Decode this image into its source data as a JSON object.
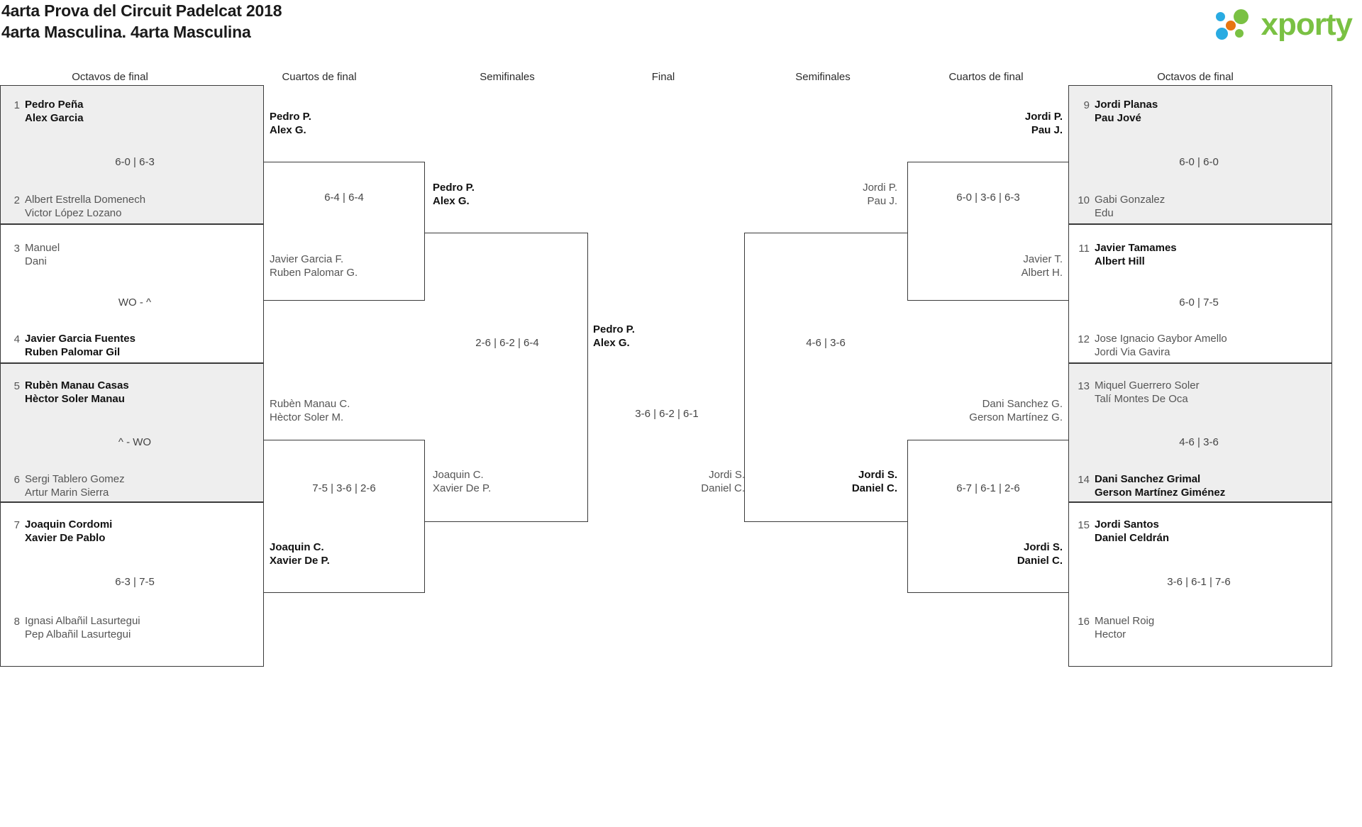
{
  "header": {
    "title_line1": "4arta Prova del Circuit Padelcat 2018",
    "title_line2": "4arta Masculina. 4arta Masculina",
    "logo_text": "xporty",
    "logo_colors": {
      "green": "#7ac143",
      "blue": "#29abe2",
      "orange": "#e87511"
    }
  },
  "rounds": [
    {
      "label": "Octavos de final"
    },
    {
      "label": "Cuartos de final"
    },
    {
      "label": "Semifinales"
    },
    {
      "label": "Final"
    },
    {
      "label": "Semifinales"
    },
    {
      "label": "Cuartos de final"
    },
    {
      "label": "Octavos de final"
    }
  ],
  "left": {
    "octavos": [
      {
        "seed": "1",
        "p1": "Pedro Peña",
        "p2": "Alex Garcia",
        "winner": true
      },
      {
        "seed": "2",
        "p1": "Albert Estrella Domenech",
        "p2": "Victor López Lozano",
        "winner": false
      },
      {
        "seed": "3",
        "p1": "Manuel",
        "p2": "Dani",
        "winner": false
      },
      {
        "seed": "4",
        "p1": "Javier Garcia Fuentes",
        "p2": "Ruben Palomar Gil",
        "winner": true
      },
      {
        "seed": "5",
        "p1": "Rubèn Manau Casas",
        "p2": "Hèctor Soler Manau",
        "winner": true
      },
      {
        "seed": "6",
        "p1": "Sergi Tablero Gomez",
        "p2": "Artur Marin Sierra",
        "winner": false
      },
      {
        "seed": "7",
        "p1": "Joaquin Cordomi",
        "p2": "Xavier De Pablo",
        "winner": true
      },
      {
        "seed": "8",
        "p1": "Ignasi Albañil Lasurtegui",
        "p2": "Pep Albañil Lasurtegui",
        "winner": false
      }
    ],
    "octavos_scores": [
      "6-0 | 6-3",
      "WO - ^",
      "^ - WO",
      "6-3 | 7-5"
    ],
    "cuartos": [
      {
        "p1": "Pedro P.",
        "p2": "Alex G.",
        "winner": true
      },
      {
        "p1": "Javier Garcia F.",
        "p2": "Ruben Palomar G.",
        "winner": false
      },
      {
        "p1": "Rubèn Manau C.",
        "p2": "Hèctor Soler M.",
        "winner": false
      },
      {
        "p1": "Joaquin C.",
        "p2": "Xavier De P.",
        "winner": true
      }
    ],
    "cuartos_scores": [
      "6-4 | 6-4",
      "7-5 | 3-6 | 2-6"
    ],
    "semis": [
      {
        "p1": "Pedro P.",
        "p2": "Alex G.",
        "winner": true
      },
      {
        "p1": "Joaquin C.",
        "p2": "Xavier De P.",
        "winner": false
      }
    ],
    "semis_score": "2-6 | 6-2 | 6-4"
  },
  "final": {
    "champion": {
      "p1": "Pedro P.",
      "p2": "Alex G.",
      "winner": true
    },
    "runnerup": {
      "p1": "Jordi S.",
      "p2": "Daniel C.",
      "winner": false
    },
    "score": "3-6 | 6-2 | 6-1"
  },
  "right": {
    "octavos": [
      {
        "seed": "9",
        "p1": "Jordi Planas",
        "p2": "Pau Jové",
        "winner": true
      },
      {
        "seed": "10",
        "p1": "Gabi Gonzalez",
        "p2": "Edu",
        "winner": false
      },
      {
        "seed": "11",
        "p1": "Javier Tamames",
        "p2": "Albert Hill",
        "winner": true
      },
      {
        "seed": "12",
        "p1": "Jose Ignacio Gaybor Amello",
        "p2": "Jordi Via Gavira",
        "winner": false
      },
      {
        "seed": "13",
        "p1": "Miquel Guerrero Soler",
        "p2": "Talí Montes De Oca",
        "winner": false
      },
      {
        "seed": "14",
        "p1": "Dani Sanchez Grimal",
        "p2": "Gerson Martínez Giménez",
        "winner": true
      },
      {
        "seed": "15",
        "p1": "Jordi Santos",
        "p2": "Daniel Celdrán",
        "winner": true
      },
      {
        "seed": "16",
        "p1": "Manuel Roig",
        "p2": "Hector",
        "winner": false
      }
    ],
    "octavos_scores": [
      "6-0 | 6-0",
      "6-0 | 7-5",
      "4-6 | 3-6",
      "3-6 | 6-1 | 7-6"
    ],
    "cuartos": [
      {
        "p1": "Jordi P.",
        "p2": "Pau J.",
        "winner": true
      },
      {
        "p1": "Javier T.",
        "p2": "Albert H.",
        "winner": false
      },
      {
        "p1": "Dani Sanchez G.",
        "p2": "Gerson Martínez G.",
        "winner": false
      },
      {
        "p1": "Jordi S.",
        "p2": "Daniel C.",
        "winner": true
      }
    ],
    "cuartos_scores": [
      "6-0 | 3-6 | 6-3",
      "6-7 | 6-1 | 2-6"
    ],
    "semis": [
      {
        "p1": "Jordi P.",
        "p2": "Pau J.",
        "winner": false
      },
      {
        "p1": "Jordi S.",
        "p2": "Daniel C.",
        "winner": true
      }
    ],
    "semis_score": "4-6 | 3-6"
  }
}
